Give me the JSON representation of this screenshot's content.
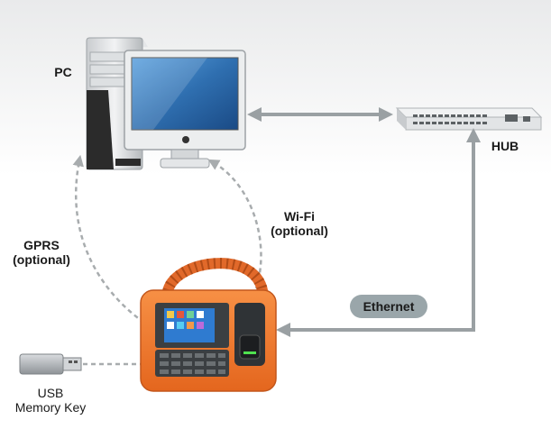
{
  "labels": {
    "pc": "PC",
    "hub": "HUB",
    "wifi_line1": "Wi-Fi",
    "wifi_line2": "(optional)",
    "gprs_line1": "GPRS",
    "gprs_line2": "(optional)",
    "ethernet": "Ethernet",
    "usb_line1": "USB",
    "usb_line2": "Memory Key"
  },
  "colors": {
    "arrow_solid": "#9aa0a3",
    "arrow_dashed": "#a8acae",
    "device_orange": "#f07a2e",
    "monitor_blue": "#2f6fb0",
    "pill": "#9aa6aa"
  }
}
